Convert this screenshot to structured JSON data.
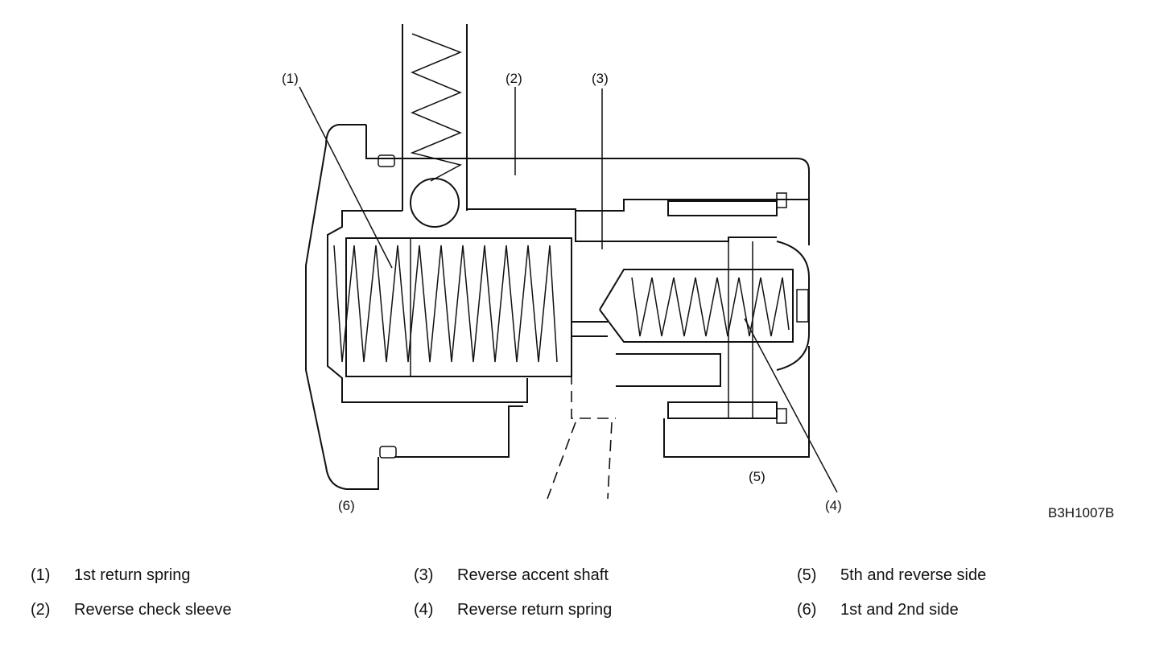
{
  "figure_code": "B3H1007B",
  "callouts": [
    "(1)",
    "(2)",
    "(3)",
    "(4)",
    "(5)",
    "(6)"
  ],
  "legend": [
    {
      "num": "(1)",
      "text": "1st return spring"
    },
    {
      "num": "(2)",
      "text": "Reverse check sleeve"
    },
    {
      "num": "(3)",
      "text": "Reverse accent shaft"
    },
    {
      "num": "(4)",
      "text": "Reverse return spring"
    },
    {
      "num": "(5)",
      "text": "5th and reverse side"
    },
    {
      "num": "(6)",
      "text": "1st and 2nd side"
    }
  ]
}
